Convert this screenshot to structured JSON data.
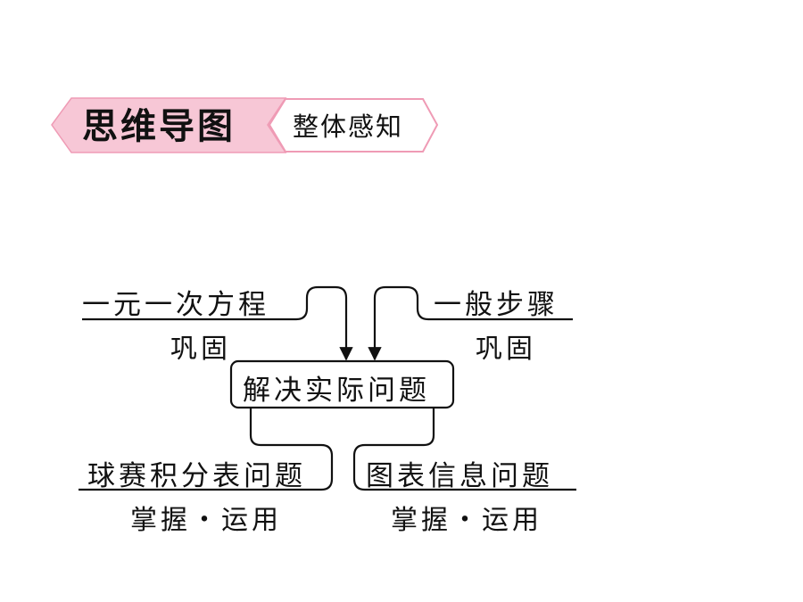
{
  "header": {
    "title": "思维导图",
    "subtitle": "整体感知",
    "colors": {
      "banner_fill": "#f7c7d6",
      "banner_stroke": "#ef9bb5",
      "banner_inner": "#ffffff"
    }
  },
  "diagram": {
    "center": "解决实际问题",
    "top_left": {
      "label": "一元一次方程",
      "action": "巩固"
    },
    "top_right": {
      "label": "一般步骤",
      "action": "巩固"
    },
    "bottom_left": {
      "label": "球赛积分表问题",
      "action": "掌握・运用"
    },
    "bottom_right": {
      "label": "图表信息问题",
      "action": "掌握・运用"
    }
  }
}
